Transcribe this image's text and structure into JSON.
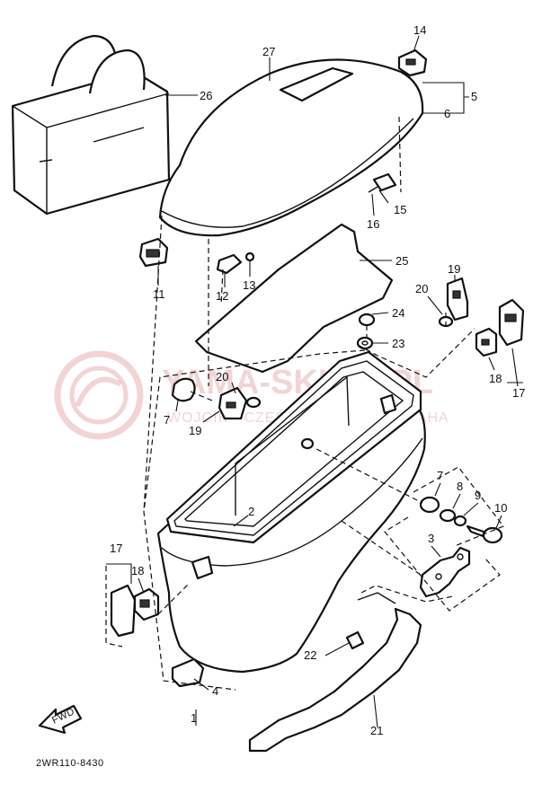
{
  "diagram": {
    "drawing_code": "2WR110-8430",
    "fwd_label": "FWD",
    "watermark": {
      "title": "YAMA-SKLEP.PL",
      "subtitle": "WOJCIK · CZĘŚCI | DEALER YAMAHA"
    },
    "colors": {
      "line": "#111111",
      "watermark": "#e7b1b1"
    },
    "callouts": {
      "c1": "1",
      "c2": "2",
      "c3": "3",
      "c4": "4",
      "c5": "5",
      "c6": "6",
      "c7a": "7",
      "c7b": "7",
      "c8": "8",
      "c9": "9",
      "c10": "10",
      "c11": "11",
      "c12": "12",
      "c13": "13",
      "c14": "14",
      "c15": "15",
      "c16": "16",
      "c17a": "17",
      "c17b": "17",
      "c18a": "18",
      "c18b": "18",
      "c19a": "19",
      "c19b": "19",
      "c20a": "20",
      "c20b": "20",
      "c21": "21",
      "c22": "22",
      "c23": "23",
      "c24": "24",
      "c25": "25",
      "c26": "26",
      "c27": "27"
    }
  }
}
